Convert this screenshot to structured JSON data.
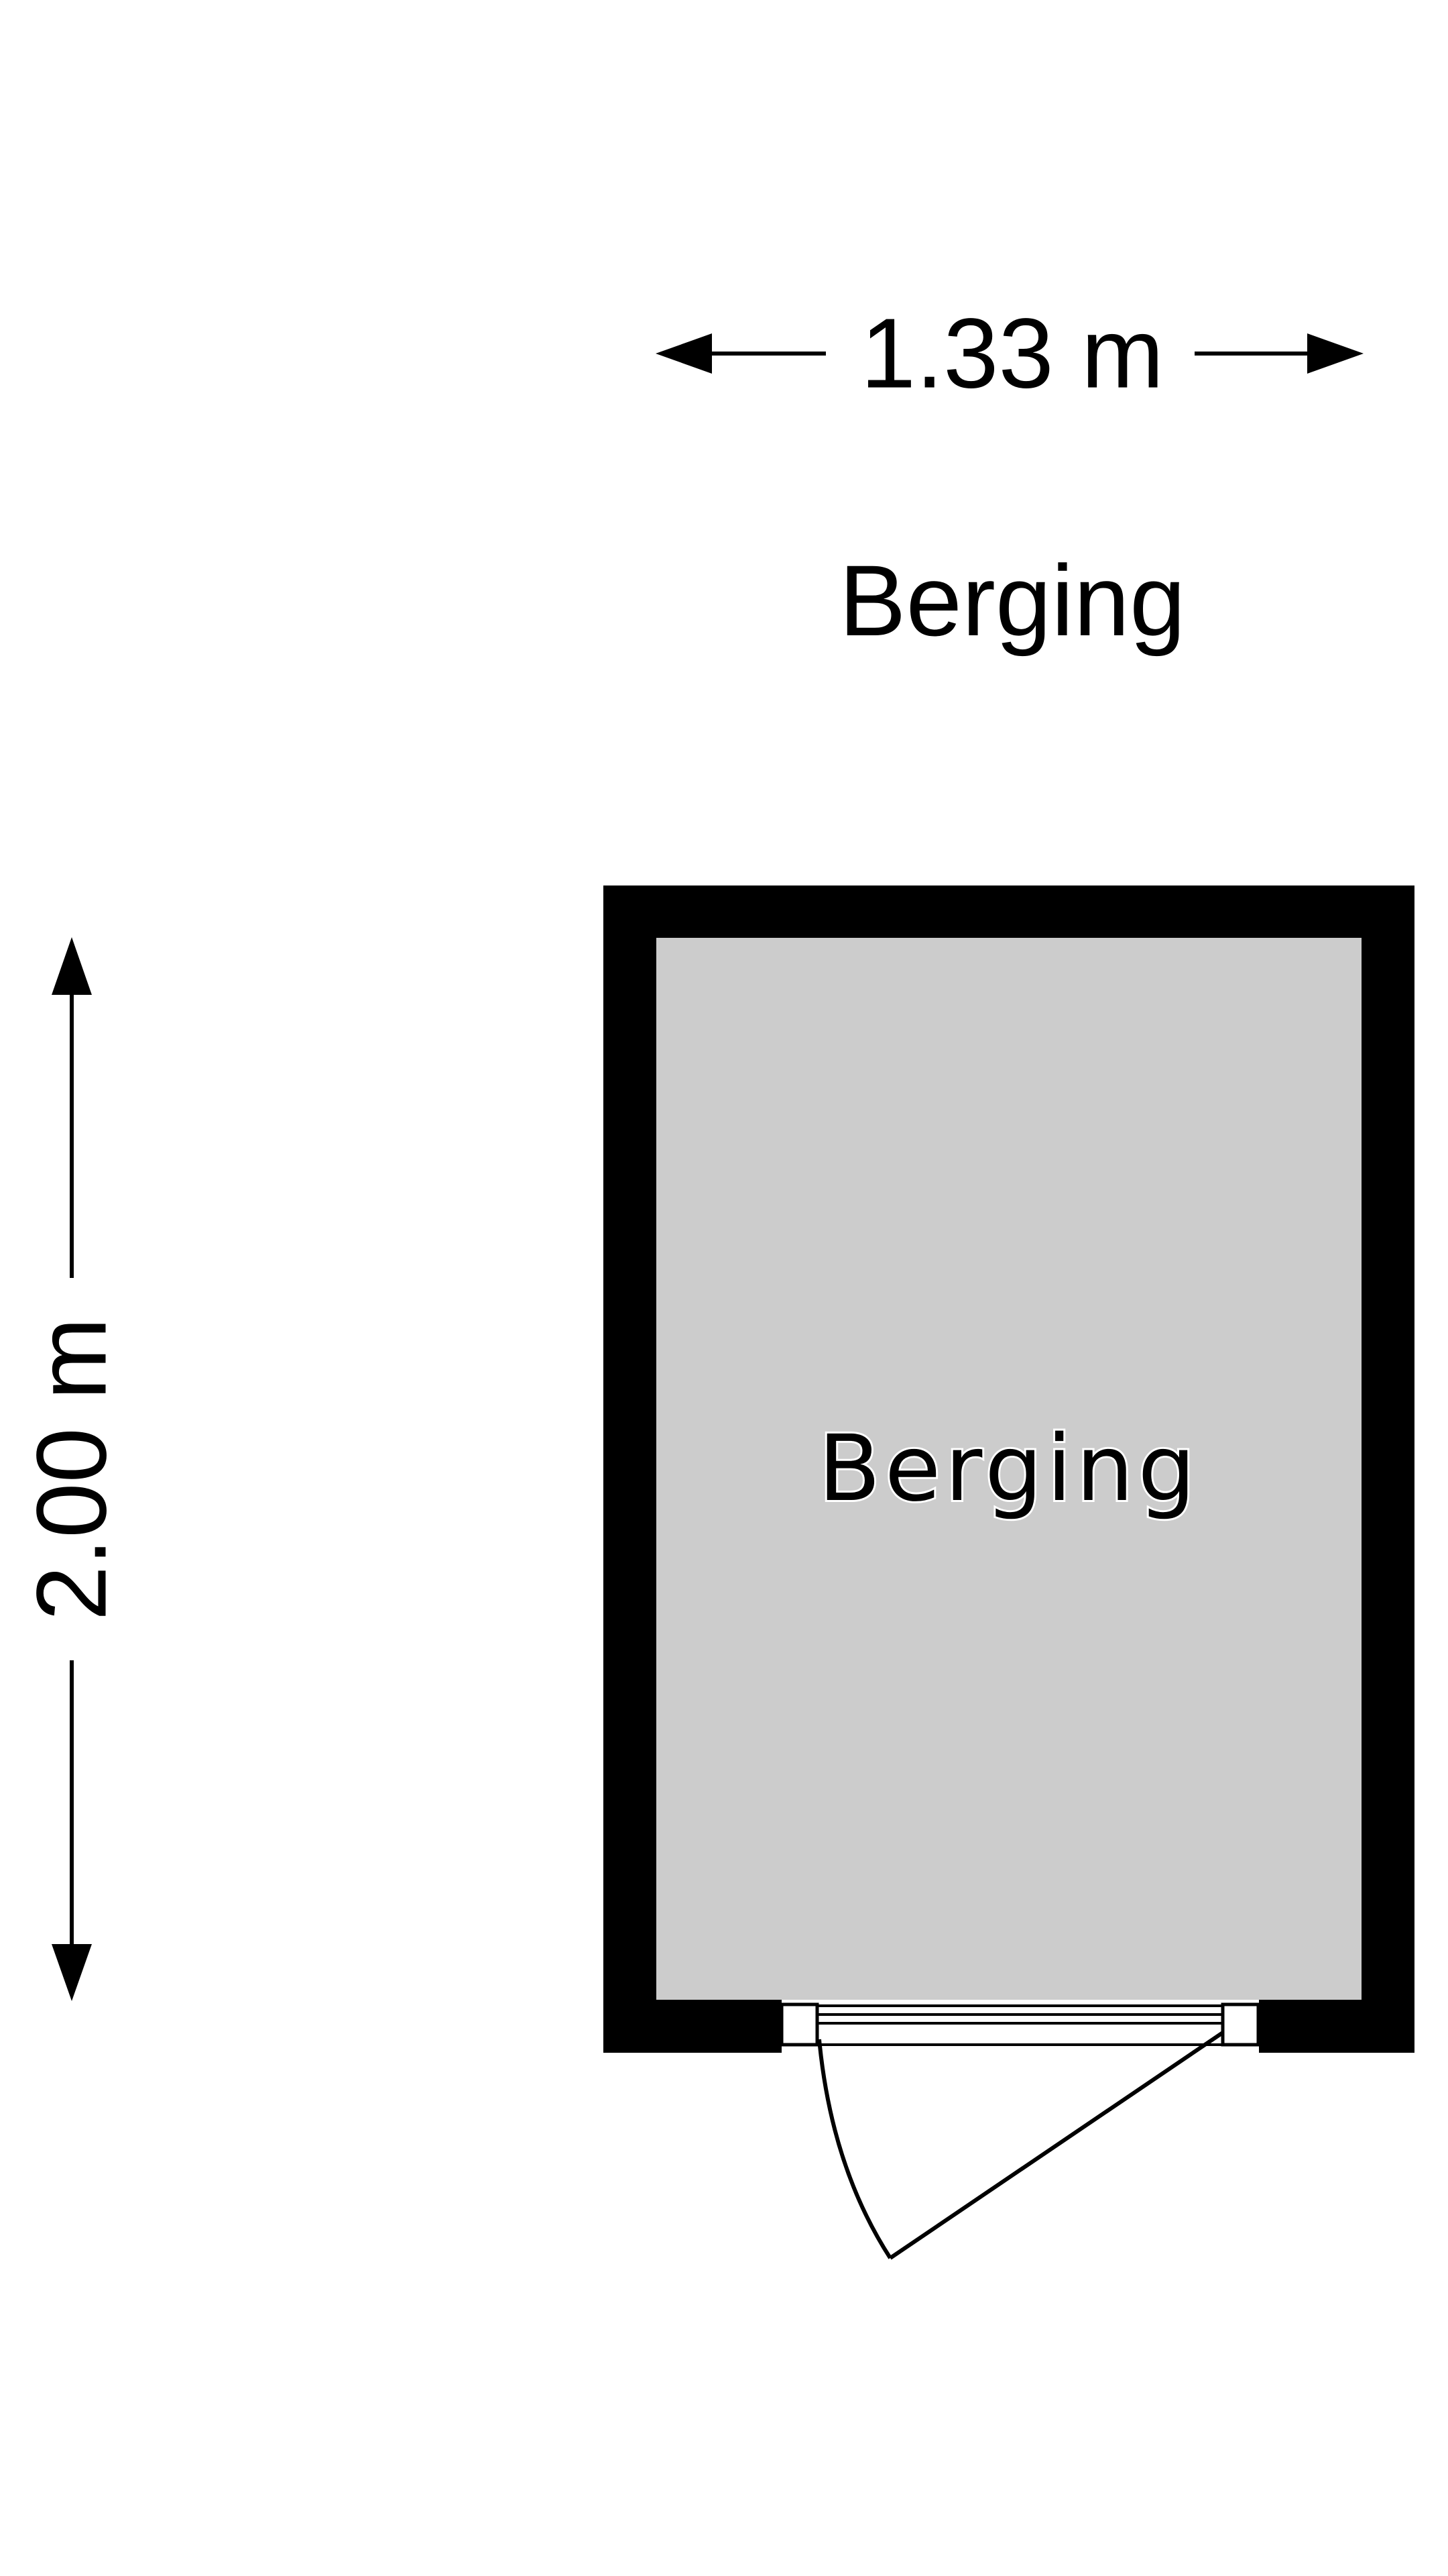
{
  "floor_title": "Berging",
  "room": {
    "name": "Berging"
  },
  "dimensions": {
    "width": "1.33 m",
    "height": "2.00 m"
  },
  "colors": {
    "wall": "#000000",
    "floor": "#cccccc",
    "background": "#ffffff",
    "line": "#000000"
  }
}
